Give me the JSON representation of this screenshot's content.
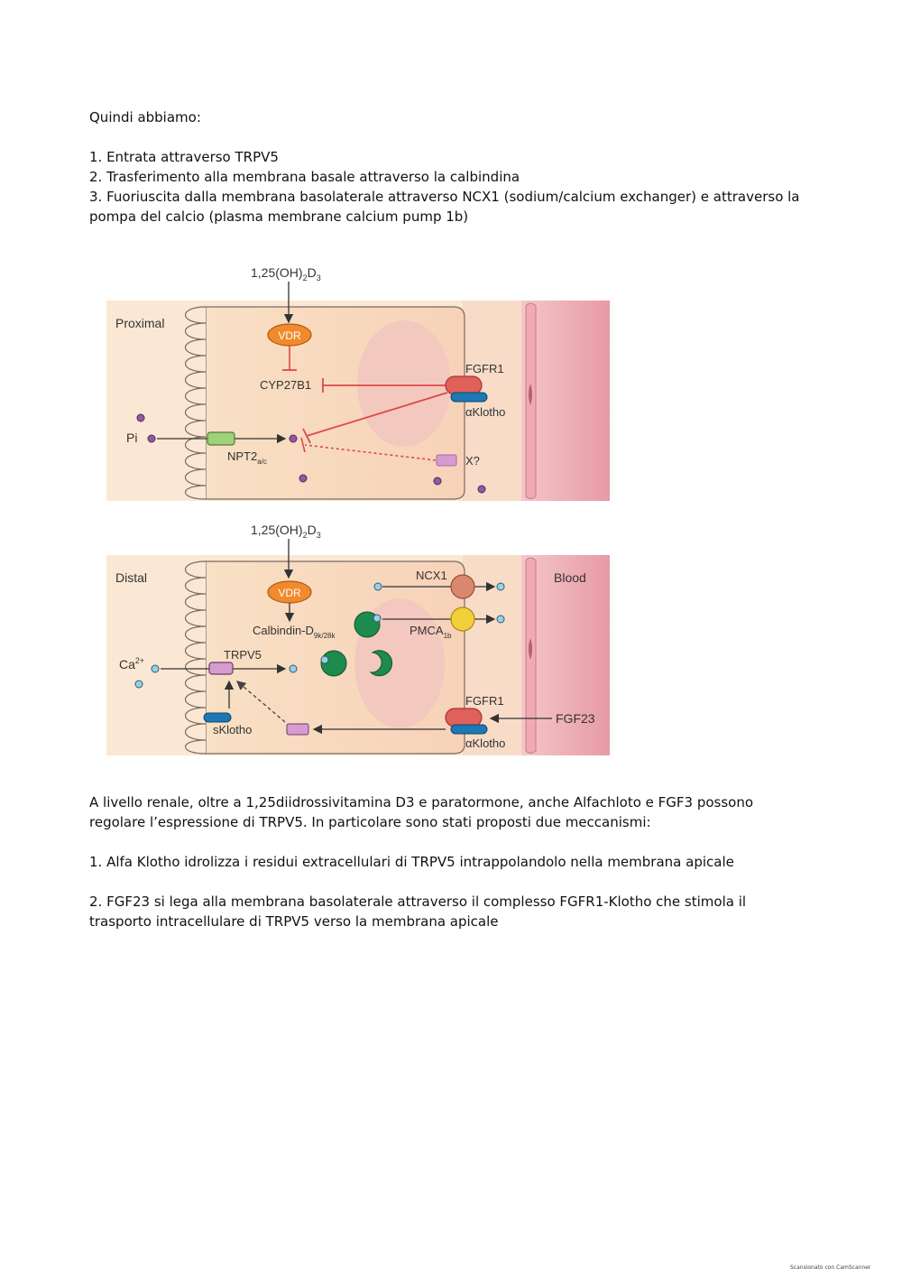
{
  "intro": "Quindi abbiamo:",
  "steps": [
    "1. Entrata attraverso TRPV5",
    "2. Trasferimento alla membrana basale attraverso la calbindina",
    "3. Fuoriuscita dalla membrana basolaterale attraverso NCX1 (sodium/calcium exchanger) e attraverso la pompa del calcio (plasma membrane calcium pump 1b)"
  ],
  "figure": {
    "proximal": {
      "region": "Proximal",
      "hormone": "1,25(OH)",
      "hormone_sub1": "2",
      "hormone_d": "D",
      "hormone_sub2": "3",
      "vdr": "VDR",
      "cyp": "CYP27B1",
      "fgfr1": "FGFR1",
      "klotho": "αKlotho",
      "pi": "Pi",
      "npt2": "NPT2",
      "npt2_sub": "a/c",
      "x": "X?"
    },
    "distal": {
      "region": "Distal",
      "blood": "Blood",
      "hormone": "1,25(OH)",
      "hormone_sub1": "2",
      "hormone_d": "D",
      "hormone_sub2": "3",
      "vdr": "VDR",
      "ncx1": "NCX1",
      "pmca": "PMCA",
      "pmca_sub": "1b",
      "calbindin": "Calbindin-D",
      "calbindin_sub": "9k/28k",
      "trpv5": "TRPV5",
      "ca": "Ca",
      "ca_sup": "2+",
      "fgfr1": "FGFR1",
      "klotho": "αKlotho",
      "fgf23": "FGF23",
      "sklotho": "sKlotho"
    }
  },
  "para2": "A livello renale, oltre a 1,25diidrossivitamina D3 e paratormone, anche Alfachloto e FGF3 possono regolare l’espressione di  TRPV5. In particolare sono stati proposti due meccanismi:",
  "point1": "1. Alfa Klotho idrolizza i residui extracellulari di TRPV5 intrappolandolo nella membrana apicale",
  "point2": "2. FGF23 si lega alla membrana basolaterale attraverso il complesso FGFR1-Klotho che stimola il trasporto intracellulare di TRPV5 verso la membrana apicale",
  "footer": "Scansionato con CamScanner"
}
